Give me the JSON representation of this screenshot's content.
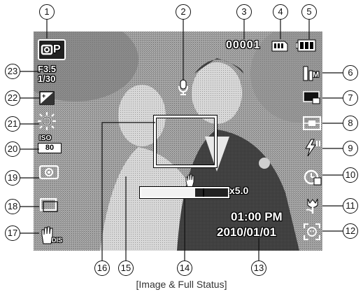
{
  "screen": {
    "frame_counter": "00001",
    "aperture": "F3.5",
    "shutter": "1/30",
    "iso": "80",
    "iso_prefix": "ISO",
    "zoom": "x5.0",
    "zoom_level": 0.62,
    "time": "01:00 PM",
    "date": "2010/01/01",
    "mode_letter": "P",
    "drive_sub": "DIS",
    "size_sub": "M"
  },
  "callouts": [
    "1",
    "2",
    "3",
    "4",
    "5",
    "6",
    "7",
    "8",
    "9",
    "10",
    "11",
    "12",
    "13",
    "14",
    "15",
    "16",
    "17",
    "18",
    "19",
    "20",
    "21",
    "22",
    "23"
  ],
  "icons": [
    "camera-program-mode-icon",
    "voice-memo-icon",
    "memory-card-icon",
    "battery-icon",
    "image-size-icon",
    "image-quality-icon",
    "metering-icon",
    "flash-icon",
    "self-timer-icon",
    "macro-icon",
    "face-detection-icon",
    "zoom-bar-icon",
    "camera-shake-warning-icon",
    "autofocus-frame-icon",
    "anti-shake-icon",
    "drive-mode-icon",
    "photo-style-icon",
    "iso-icon",
    "white-balance-icon",
    "exposure-compensation-icon",
    "aperture-shutter-icon"
  ],
  "caption": "[Image & Full Status]",
  "colors": {
    "overlay_text": "#ffffff",
    "outline": "#000000",
    "lcd_bg": "#9a9a9a"
  }
}
